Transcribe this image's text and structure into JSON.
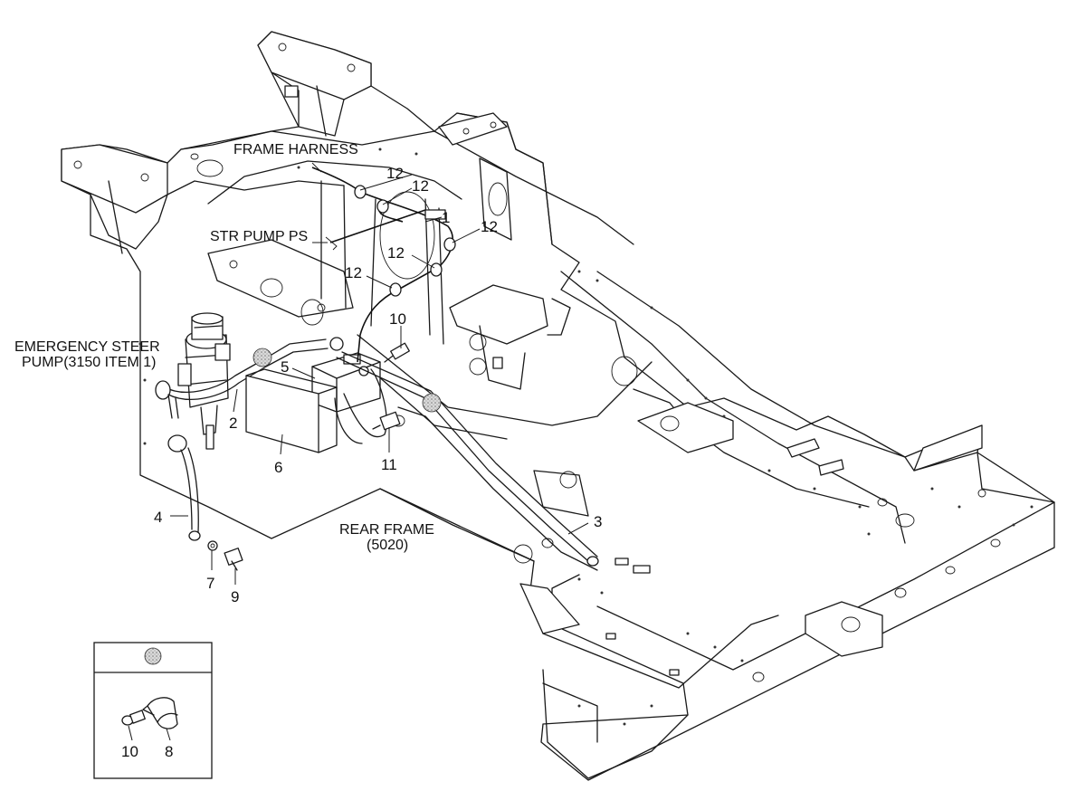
{
  "labels": {
    "frame_harness": "FRAME HARNESS",
    "str_pump_ps": "STR PUMP PS",
    "emergency_pump_line1": "EMERGENCY STEER",
    "emergency_pump_line2": "PUMP(3150 ITEM 1)",
    "rear_frame_line1": "REAR FRAME",
    "rear_frame_line2": "(5020)"
  },
  "callouts": {
    "c1": "1",
    "c2": "2",
    "c3": "3",
    "c4": "4",
    "c5": "5",
    "c6": "6",
    "c7": "7",
    "c8": "8",
    "c9": "9",
    "c10a": "10",
    "c10b": "10",
    "c11": "11",
    "c12a": "12",
    "c12b": "12",
    "c12c": "12",
    "c12d": "12",
    "c12e": "12"
  },
  "icons": {
    "clamp_marker": "textured-dot-icon"
  }
}
